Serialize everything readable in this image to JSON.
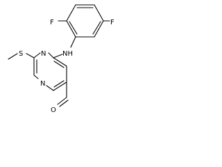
{
  "molecule": {
    "atom_labels": {
      "fluorine_left": "F",
      "fluorine_right": "F",
      "amine": "NH",
      "sulfur": "S",
      "nitrogen_ring_top": "N",
      "nitrogen_ring_left": "N",
      "oxygen": "O"
    },
    "colors": {
      "bond": "#000000",
      "label": "#000000",
      "background": "#ffffff"
    }
  }
}
